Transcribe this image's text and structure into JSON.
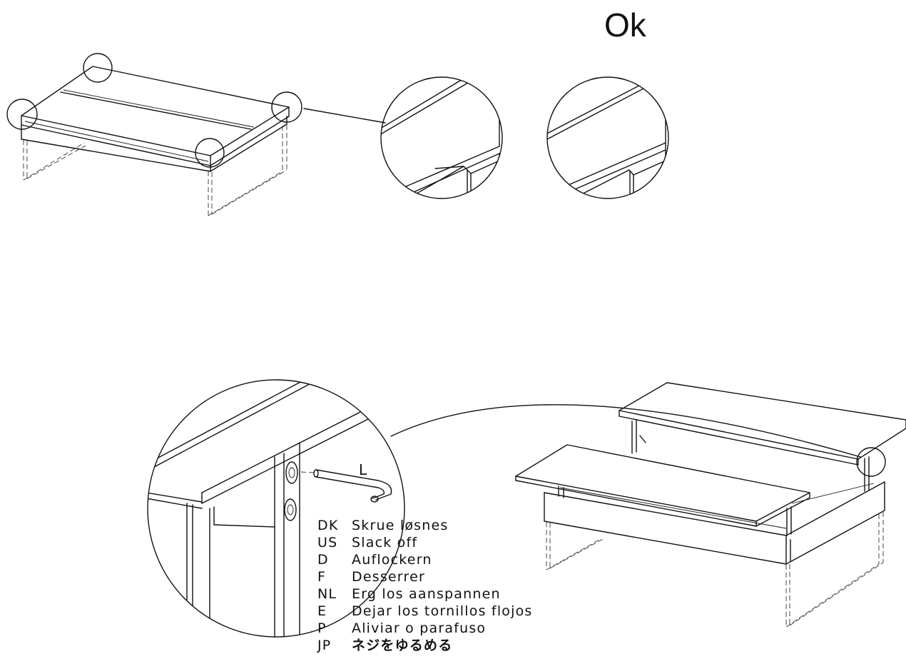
{
  "ok_label": "Ok",
  "tool_label": "L",
  "instructions": [
    {
      "code": "DK",
      "text": "Skrue løsnes"
    },
    {
      "code": "US",
      "text": "Slack off"
    },
    {
      "code": "D",
      "text": "Auflockern"
    },
    {
      "code": "F",
      "text": "Desserrer"
    },
    {
      "code": "NL",
      "text": "Erg los aanspannen"
    },
    {
      "code": "E",
      "text": "Dejar los tornillos flojos"
    },
    {
      "code": "P",
      "text": "Aliviar o parafuso"
    },
    {
      "code": "JP",
      "text": "ネジをゆるめる"
    }
  ]
}
